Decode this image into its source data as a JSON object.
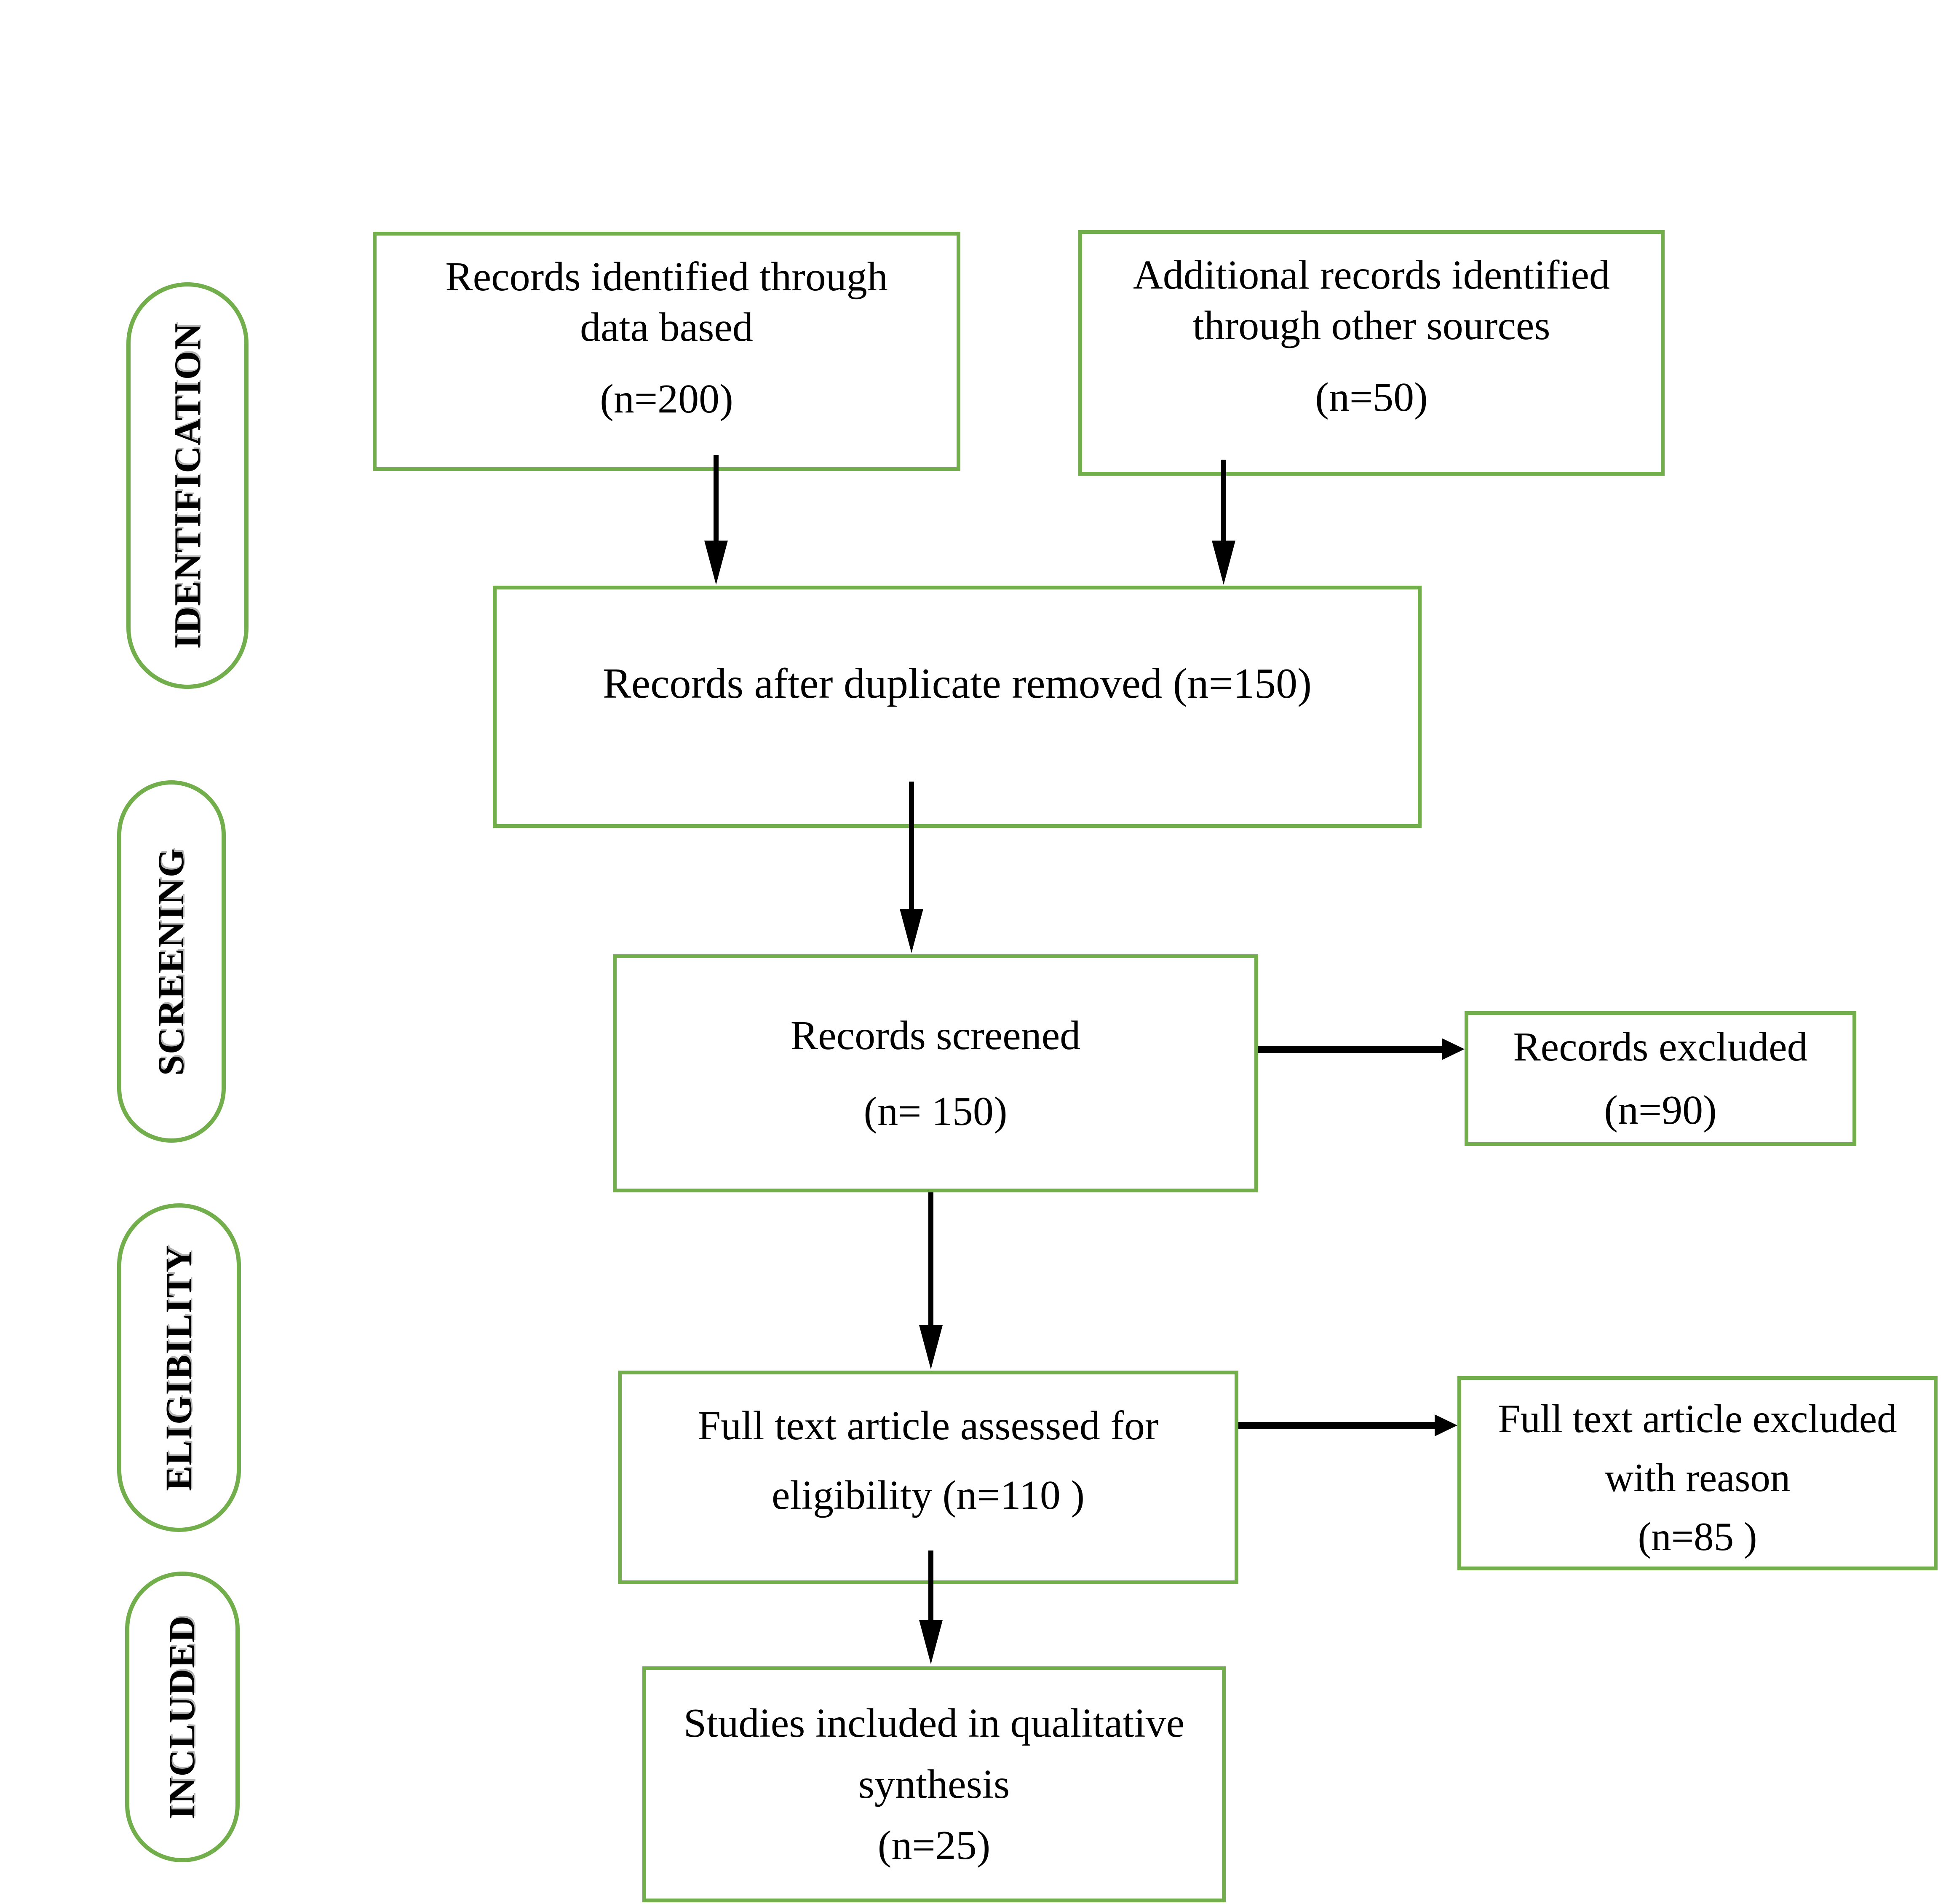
{
  "stages": {
    "identification": "IDENTIFICATION",
    "screening": "SCREENING",
    "eligibility": "ELIGIBILITY",
    "included": "INCLUDED"
  },
  "boxes": {
    "records_identified": {
      "line1": "Records identified through",
      "line2": "data based",
      "count": "(n=200)"
    },
    "additional_records": {
      "line1": "Additional records identified",
      "line2": "through other sources",
      "count": "(n=50)"
    },
    "after_duplicates": {
      "text": "Records after duplicate removed (n=150)"
    },
    "records_screened": {
      "line1": "Records screened",
      "count": "(n= 150)"
    },
    "records_excluded": {
      "line1": "Records excluded",
      "count": "(n=90)"
    },
    "fulltext_assessed": {
      "line1": "Full text article assessed for",
      "line2": "eligibility (n=110 )"
    },
    "fulltext_excluded": {
      "line1": "Full text article excluded",
      "line2": "with reason",
      "count": "(n=85 )"
    },
    "studies_included": {
      "line1": "Studies included in qualitative",
      "line2": "synthesis",
      "count": "(n=25)"
    }
  },
  "colors": {
    "border_green": "#72AE4B",
    "arrow_black": "#000000"
  }
}
